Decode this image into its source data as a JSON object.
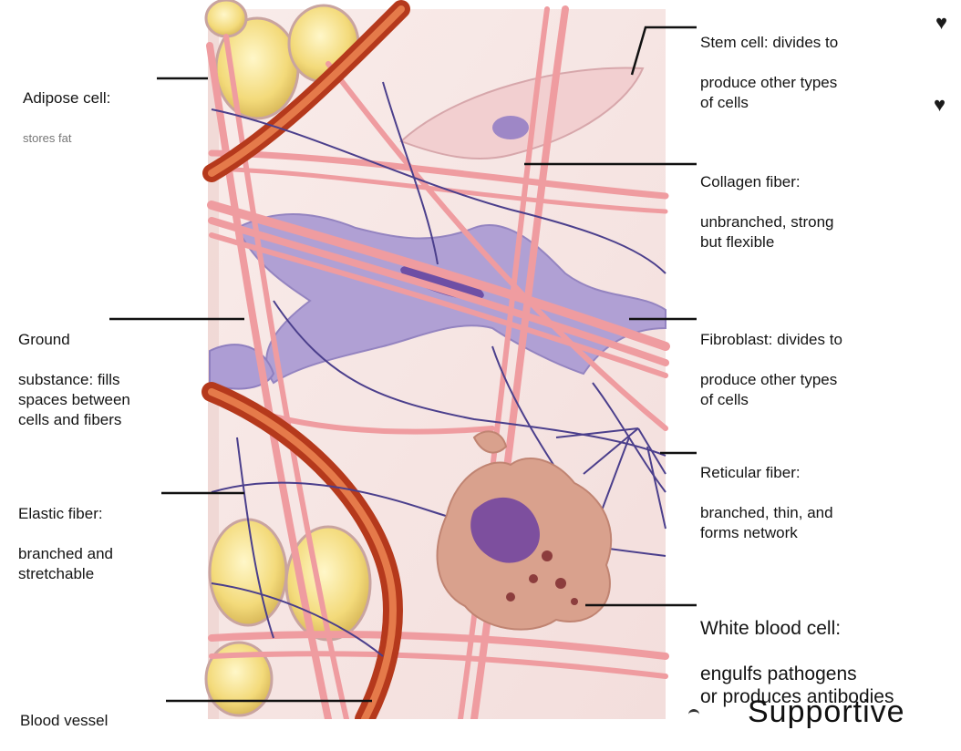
{
  "labels": {
    "adipose": {
      "name": "Adipose cell:",
      "desc": "stores fat"
    },
    "ground": {
      "name": "Ground",
      "desc": "substance: fills\nspaces between\ncells and fibers"
    },
    "elastic": {
      "name": "Elastic fiber:",
      "desc": "branched and\nstretchable"
    },
    "blood_vessel": {
      "name": "Blood vessel"
    },
    "stem": {
      "name": "Stem cell: divides to",
      "desc": "produce other types\nof cells"
    },
    "collagen": {
      "name": "Collagen fiber:",
      "desc": "unbranched, strong\nbut flexible"
    },
    "fibroblast": {
      "name": "Fibroblast: divides to",
      "desc": "produce other types\nof cells"
    },
    "reticular": {
      "name": "Reticular fiber:",
      "desc": "branched, thin, and\nforms network"
    },
    "wbc": {
      "name": "White blood cell:",
      "desc": "engulfs pathogens\nor produces antibodies"
    }
  },
  "bottom_text": "Supportive",
  "bullets": [
    "♥",
    "♥"
  ],
  "colors": {
    "background_tissue": "#f6e4e1",
    "collagen": "#f0a3a6",
    "blood_vessel": "#cf4b26",
    "fibroblast": "#a99ad0",
    "reticular": "#4b3f8c",
    "adipose": "#f6e08a",
    "wbc": "#d9a18d"
  }
}
